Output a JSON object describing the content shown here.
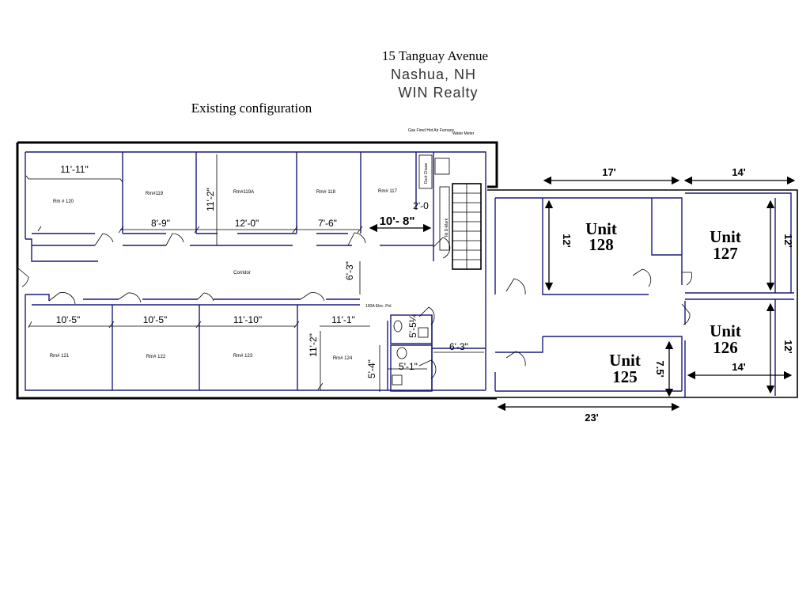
{
  "header": {
    "address": "15 Tanguay Avenue",
    "city": "Nashua, NH",
    "company": "WIN Realty",
    "config": "Existing configuration"
  },
  "rooms": {
    "r120": "Rm # 120",
    "r119": "Rm#119",
    "r119a": "Rm#119A",
    "r118": "Rm# 118",
    "r117": "Rm# 117",
    "r121": "Rm# 121",
    "r122": "Rm# 122",
    "r123": "Rm# 123",
    "r124": "Rm# 124",
    "corridor": "Corridor",
    "elec": "100A Elec. Pnl.",
    "furnace": "Gas Fired Hot Air Furnace",
    "water": "Water Meter",
    "duct": "Duct Chase",
    "tel": "Tel D-Mark"
  },
  "dimensions": {
    "d11_11": "11'-11\"",
    "d8_9": "8'-9\"",
    "d11_2_top": "11'-2\"",
    "d12_0": "12'-0\"",
    "d7_6": "7'-6\"",
    "d10_8": "10'- 8\"",
    "d2_0": "2'-0",
    "d6_3": "6'-3\"",
    "d10_5a": "10'-5\"",
    "d10_5b": "10'-5\"",
    "d11_10": "11'-10\"",
    "d11_1": "11'-1\"",
    "d11_2_bot": "11'-2\"",
    "d5_5": "5'-5¼",
    "d5_4": "5'-4\"",
    "d5_1": "5'-1\"",
    "d6_3b": "6'-3\""
  },
  "units": {
    "u128": {
      "line1": "Unit",
      "line2": "128"
    },
    "u127": {
      "line1": "Unit",
      "line2": "127"
    },
    "u126": {
      "line1": "Unit",
      "line2": "126"
    },
    "u125": {
      "line1": "Unit",
      "line2": "125"
    }
  },
  "unit_dims": {
    "top17": "17'",
    "top14": "14'",
    "u128_h": "12'",
    "u127_h": "12'",
    "u126_h": "12'",
    "u126_w": "14'",
    "u125_h": "7.5'",
    "bottom23": "23'"
  }
}
